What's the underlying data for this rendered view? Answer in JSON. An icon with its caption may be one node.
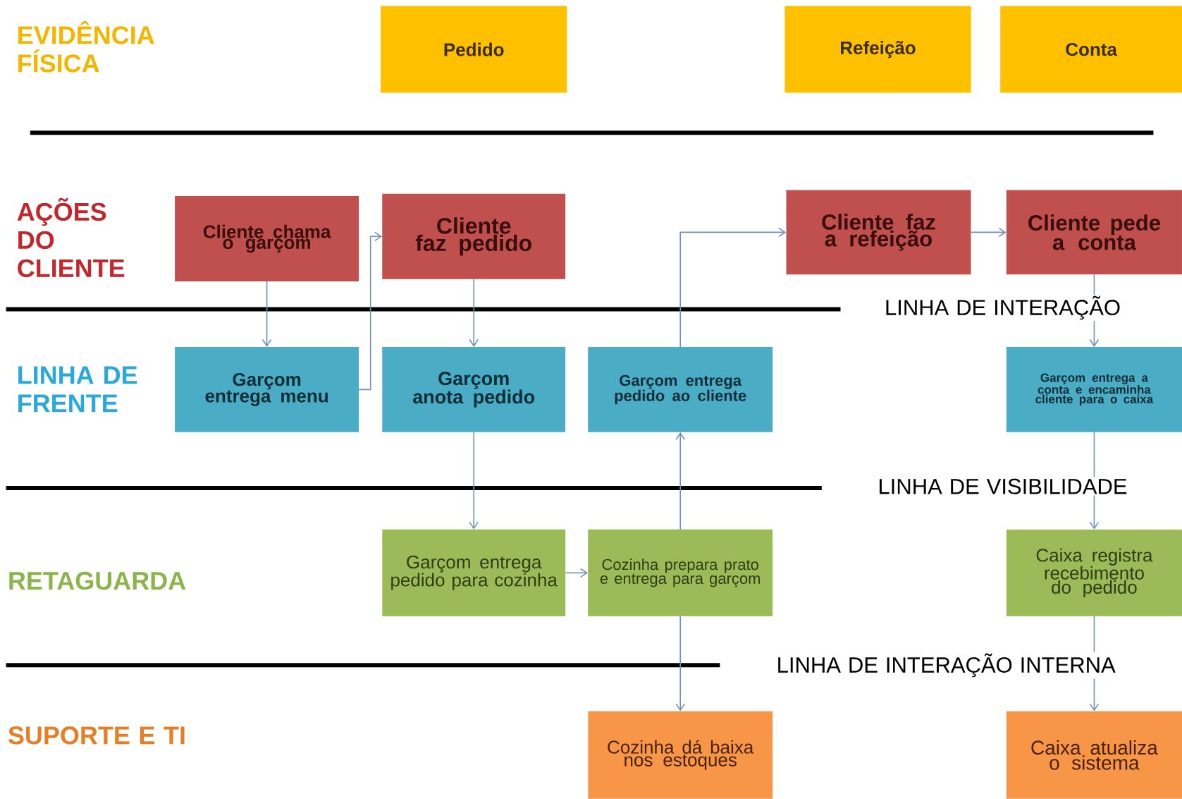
{
  "diagram": {
    "nodes": [
      {
        "text": [
          "Pedido"
        ]
      },
      {
        "text": [
          "Refeição"
        ]
      },
      {
        "text": [
          "Conta"
        ]
      },
      {
        "text": [
          "Cliente chama o garçom"
        ]
      },
      {
        "text": [
          "Cliente faz pedido"
        ]
      },
      {
        "text": [
          "Cliente faz a refeição"
        ]
      },
      {
        "text": [
          "Cliente pede a conta"
        ]
      },
      {
        "text": [
          "Garçom entrega menu"
        ]
      },
      {
        "text": [
          "Garçom anota pedido"
        ]
      },
      {
        "text": [
          "Garçom entrega pedido ao cliente"
        ]
      },
      {
        "text": [
          "Garçom entrega a conta e encaminha cliente para o caixa"
        ]
      },
      {
        "text": [
          "Garçom entrega pedido para cozinha"
        ]
      },
      {
        "text": [
          "Cozinha prepara prato e entrega para garçom"
        ]
      },
      {
        "text": [
          "Caixa registra recebimento do pedido"
        ]
      },
      {
        "text": [
          "Cozinha dá baixa nos estoques"
        ]
      },
      {
        "text": [
          "Caixa atualiza o sistema"
        ]
      }
    ],
    "edges": [
      {
        "from": 3,
        "to": 7,
        "arrow": "to"
      },
      {
        "from": 7,
        "to": 4,
        "arrow": "to"
      },
      {
        "from": 4,
        "to": 8,
        "arrow": "to"
      },
      {
        "from": 8,
        "to": 11,
        "arrow": "to"
      },
      {
        "from": 11,
        "to": 12,
        "arrow": "to"
      },
      {
        "from": 12,
        "to": 9,
        "arrow": "to"
      },
      {
        "from": 12,
        "to": 14,
        "arrow": "to"
      },
      {
        "from": 9,
        "to": 5,
        "arrow": "to"
      },
      {
        "from": 5,
        "to": 6,
        "arrow": "to"
      },
      {
        "from": 6,
        "to": 10,
        "arrow": "to"
      },
      {
        "from": 10,
        "to": 13,
        "arrow": "to"
      },
      {
        "from": 13,
        "to": 15,
        "arrow": "to"
      }
    ],
    "labels": [
      "EVIDÊNCIA FÍSICA",
      "AÇÕES DO CLIENTE",
      "LINHA DE INTERAÇÃO",
      "LINHA DE FRENTE",
      "LINHA DE VISIBILIDADE",
      "RETAGUARDA",
      "LINHA DE INTERAÇÃO INTERNA",
      "SUPORTE E TI"
    ]
  }
}
